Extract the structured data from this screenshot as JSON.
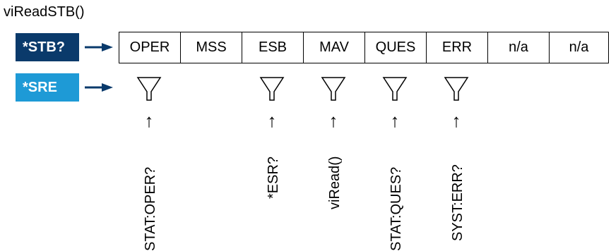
{
  "title": "viReadSTB()",
  "labels": {
    "stb": "*STB?",
    "sre": "*SRE"
  },
  "colors": {
    "stb": "#0a3a6b",
    "sre": "#1e9ad6"
  },
  "register_bits": [
    "OPER",
    "MSS",
    "ESB",
    "MAV",
    "QUES",
    "ERR",
    "n/a",
    "n/a"
  ],
  "sources": [
    {
      "bit": "OPER",
      "command": "STAT:OPER?"
    },
    {
      "bit": "ESB",
      "command": "*ESR?"
    },
    {
      "bit": "MAV",
      "command": "viRead()"
    },
    {
      "bit": "QUES",
      "command": "STAT:QUES?"
    },
    {
      "bit": "ERR",
      "command": "SYST:ERR?"
    }
  ]
}
